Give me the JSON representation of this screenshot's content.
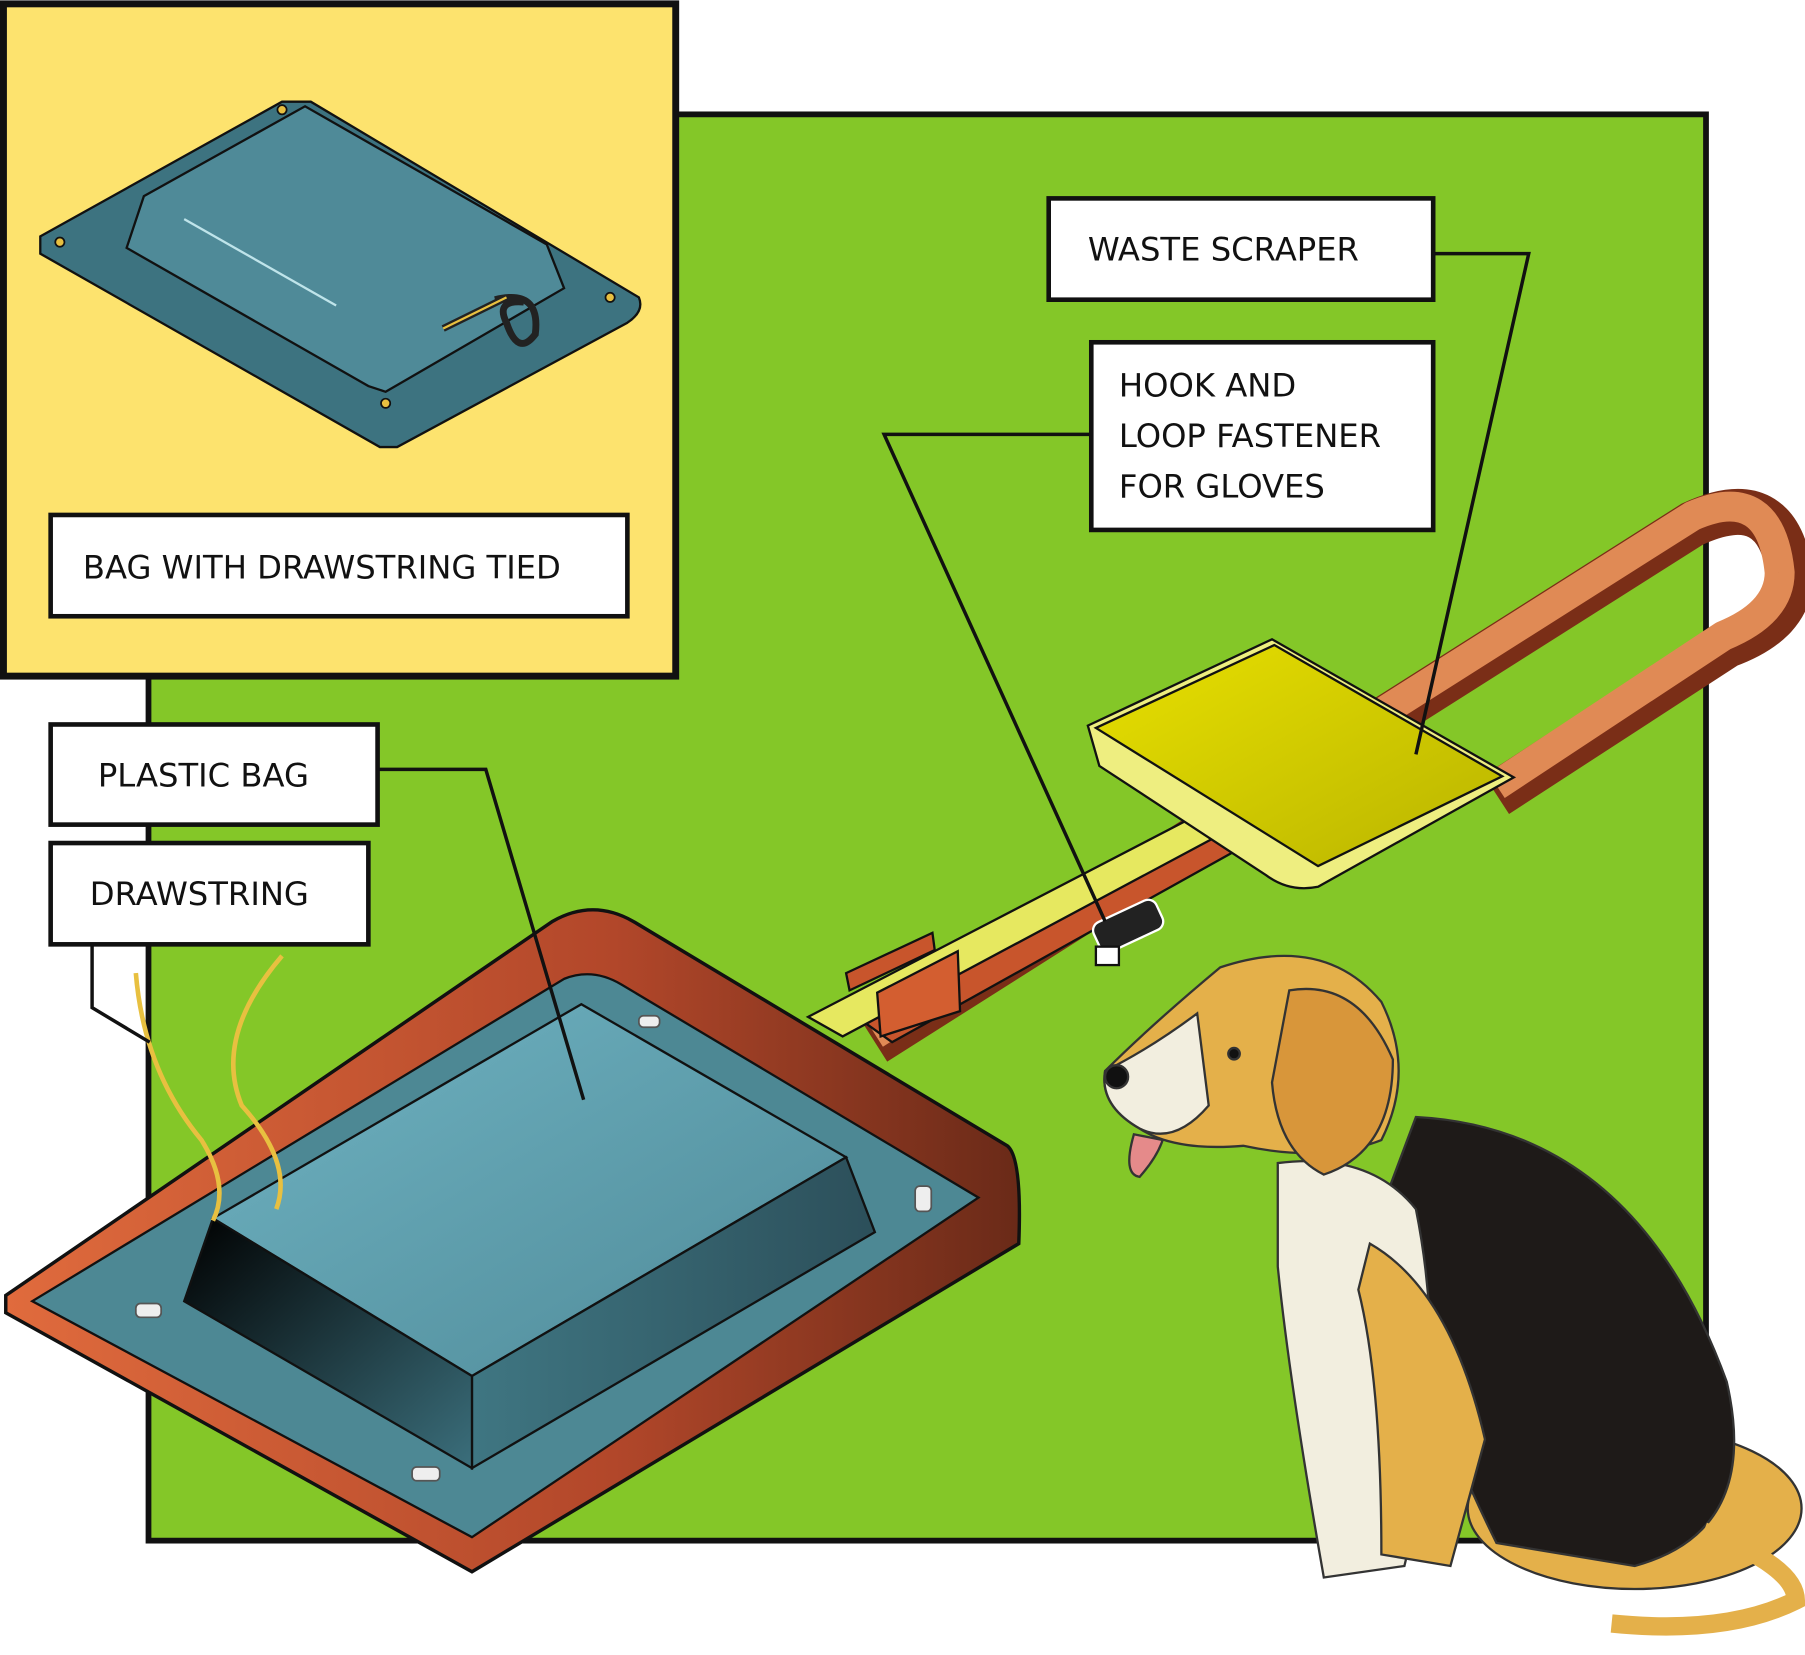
{
  "labels": {
    "bag_tied": "BAG WITH DRAWSTRING TIED",
    "plastic_bag": "PLASTIC BAG",
    "drawstring": "DRAWSTRING",
    "waste_scraper": "WASTE SCRAPER",
    "hook_loop": [
      "HOOK AND",
      "LOOP FASTENER",
      "FOR GLOVES"
    ]
  },
  "colors": {
    "background_panel": "#84c728",
    "inset_panel": "#fde36e",
    "dustpan": "#c8552c",
    "bag": "#5a9aa6",
    "scraper": "#d9d300",
    "outline": "#111111"
  }
}
